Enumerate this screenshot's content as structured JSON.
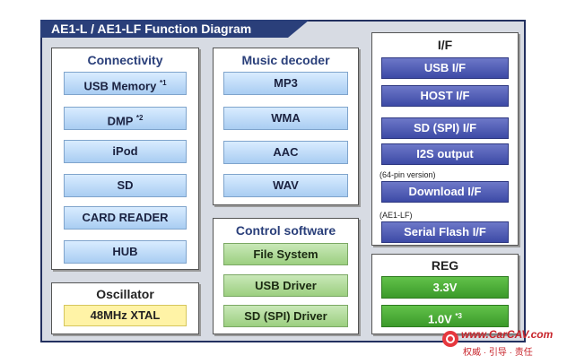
{
  "title": "AE1-L / AE1-LF Function Diagram",
  "connectivity": {
    "title": "Connectivity",
    "items": [
      "USB Memory",
      "DMP",
      "iPod",
      "SD",
      "CARD READER",
      "HUB"
    ],
    "marks": [
      "*1",
      "*2"
    ]
  },
  "music": {
    "title": "Music decoder",
    "items": [
      "MP3",
      "WMA",
      "AAC",
      "WAV"
    ]
  },
  "control": {
    "title": "Control software",
    "items": [
      "File System",
      "USB Driver",
      "SD (SPI) Driver"
    ]
  },
  "oscillator": {
    "title": "Oscillator",
    "item": "48MHz XTAL"
  },
  "if": {
    "title": "I/F",
    "items": [
      "USB I/F",
      "HOST I/F",
      "SD (SPI) I/F",
      "I2S output",
      "Download I/F",
      "Serial Flash I/F"
    ],
    "notes": [
      "(64-pin version)",
      "(AE1-LF)"
    ]
  },
  "reg": {
    "title": "REG",
    "items": [
      "3.3V",
      "1.0V"
    ],
    "mark": "*3"
  },
  "watermark": {
    "line1": "www.CarCAV.com",
    "line2": "权威 · 引导 · 责任"
  },
  "colors": {
    "frame": "#22305f",
    "light_blue": "#a9cdf2",
    "dark_blue": "#3d4aa6",
    "light_green": "#9ccf80",
    "dark_green": "#3b9a2a",
    "yellow": "#fff3a6"
  }
}
